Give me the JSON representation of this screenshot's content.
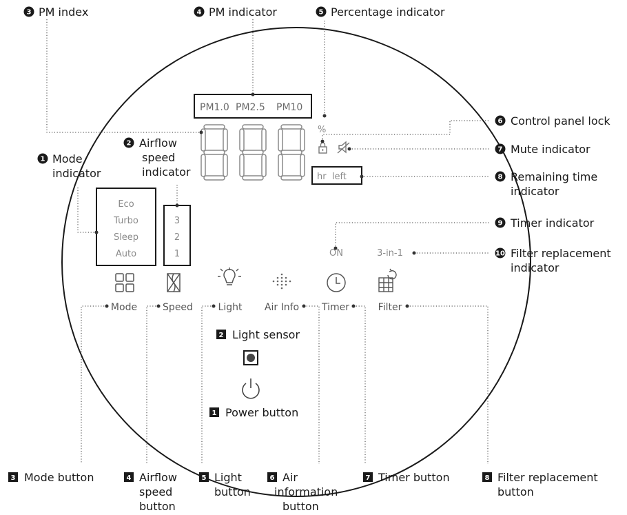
{
  "pm_labels": [
    "PM1.0",
    "PM2.5",
    "PM10"
  ],
  "percent_symbol": "%",
  "modes": [
    "Eco",
    "Turbo",
    "Sleep",
    "Auto"
  ],
  "speeds": [
    "3",
    "2",
    "1"
  ],
  "time_label": "hr  left",
  "timer_on": "ON",
  "filter_type": "3-in-1",
  "buttons": {
    "mode": "Mode",
    "speed": "Speed",
    "light": "Light",
    "air_info": "Air Info",
    "timer": "Timer",
    "filter": "Filter"
  },
  "callouts_top": {
    "pm_index": {
      "num": "3",
      "text": "PM index"
    },
    "pm_indicator": {
      "num": "4",
      "text": "PM indicator"
    },
    "percentage": {
      "num": "5",
      "text": "Percentage indicator"
    }
  },
  "callouts_left": {
    "mode": {
      "num": "1",
      "line1": "Mode",
      "line2": "indicator"
    },
    "airflow": {
      "num": "2",
      "line1": "Airflow",
      "line2": "speed",
      "line3": "indicator"
    }
  },
  "callouts_right": {
    "lock": {
      "num": "6",
      "text": "Control panel lock"
    },
    "mute": {
      "num": "7",
      "text": "Mute indicator"
    },
    "remaining": {
      "num": "8",
      "line1": "Remaining time",
      "line2": "indicator"
    },
    "timer": {
      "num": "9",
      "text": "Timer indicator"
    },
    "filter": {
      "num": "10",
      "line1": "Filter replacement",
      "line2": "indicator"
    }
  },
  "sensor": {
    "num": "2",
    "text": "Light sensor"
  },
  "power": {
    "num": "1",
    "text": "Power button"
  },
  "callouts_bottom": {
    "mode": {
      "num": "3",
      "line1": "Mode button"
    },
    "airflow": {
      "num": "4",
      "line1": "Airflow",
      "line2": "speed",
      "line3": "button"
    },
    "light": {
      "num": "5",
      "line1": "Light",
      "line2": "button"
    },
    "air_info": {
      "num": "6",
      "line1": "Air",
      "line2": "information",
      "line3": "button"
    },
    "timer": {
      "num": "7",
      "line1": "Timer button"
    },
    "filter": {
      "num": "8",
      "line1": "Filter replacement",
      "line2": "button"
    }
  }
}
